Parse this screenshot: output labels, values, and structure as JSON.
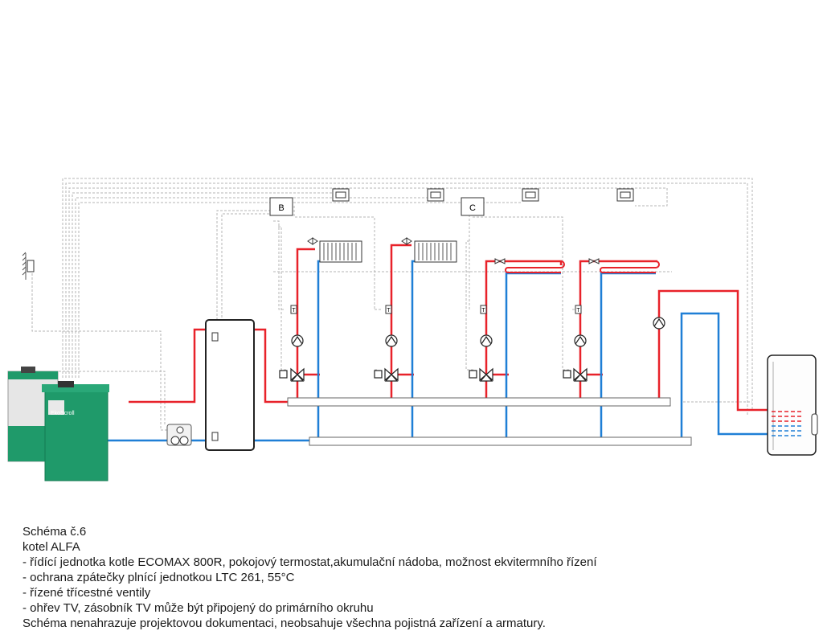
{
  "diagram": {
    "controller_b_label": "B",
    "controller_c_label": "C",
    "boiler_brand": "EkoScroll",
    "sensor_label": "T"
  },
  "caption": {
    "title": "Schéma č.6",
    "subtitle": "kotel ALFA",
    "line1": "- řídící jednotka kotle ECOMAX 800R, pokojový termostat,akumulační nádoba, možnost ekvitermního řízení",
    "line2": "- ochrana zpátečky plnící jednotkou LTC 261, 55°C",
    "line3": "- řízené třícestné ventily",
    "line4": "- ohřev TV, zásobník TV může být připojený do primárního okruhu",
    "note": "Schéma nenahrazuje projektovou dokumentaci, neobsahuje všechna pojistná zařízení a armatury."
  },
  "colors": {
    "supply": "#e8222a",
    "return": "#1f7fd6",
    "signal": "#b5b5b5",
    "boiler_green": "#1f9a6a"
  }
}
